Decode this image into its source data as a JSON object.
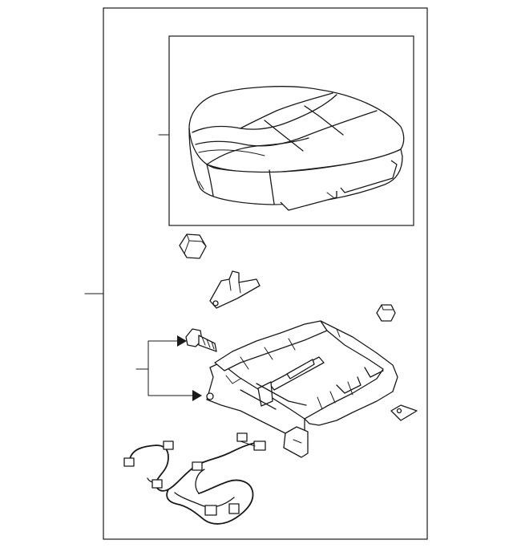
{
  "diagram": {
    "colors": {
      "line": "#1a1a1a",
      "background": "#ffffff",
      "frame_fill": "#ffffff"
    },
    "parts": [
      {
        "name": "seat-cushion",
        "icon": "seat-cushion-icon"
      },
      {
        "name": "hex-nut-large",
        "icon": "hex-nut-icon"
      },
      {
        "name": "bracket",
        "icon": "bracket-icon"
      },
      {
        "name": "hex-nut-small",
        "icon": "hex-nut-icon"
      },
      {
        "name": "bolt",
        "icon": "bolt-icon"
      },
      {
        "name": "seat-track-frame",
        "icon": "seat-frame-icon"
      },
      {
        "name": "wire-harness",
        "icon": "wire-harness-icon"
      }
    ]
  }
}
